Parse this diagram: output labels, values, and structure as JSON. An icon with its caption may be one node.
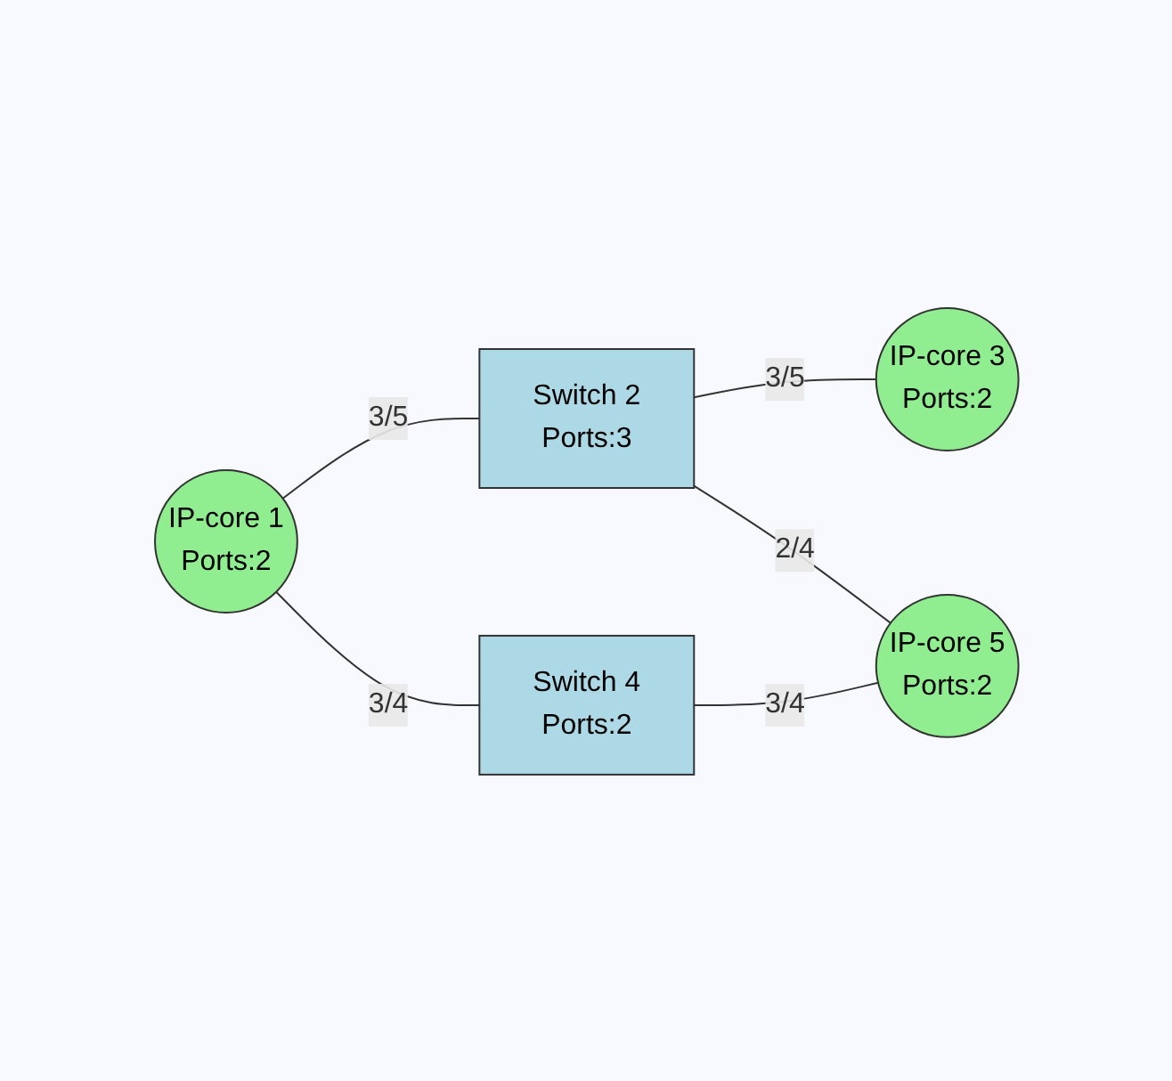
{
  "diagram": {
    "nodes": [
      {
        "text": [
          "IP-core 1",
          "Ports:2"
        ]
      },
      {
        "text": [
          "Switch 2",
          "Ports:3"
        ]
      },
      {
        "text": [
          "IP-core 3",
          "Ports:2"
        ]
      },
      {
        "text": [
          "Switch 4",
          "Ports:2"
        ]
      },
      {
        "text": [
          "IP-core 5",
          "Ports:2"
        ]
      }
    ],
    "edges": [
      {
        "from": 0,
        "to": 1,
        "arrow": "none",
        "label": "3/5"
      },
      {
        "from": 1,
        "to": 2,
        "arrow": "none",
        "label": "3/5"
      },
      {
        "from": 1,
        "to": 4,
        "arrow": "none",
        "label": "2/4"
      },
      {
        "from": 0,
        "to": 3,
        "arrow": "none",
        "label": "3/4"
      },
      {
        "from": 3,
        "to": 4,
        "arrow": "none",
        "label": "3/4"
      }
    ]
  }
}
